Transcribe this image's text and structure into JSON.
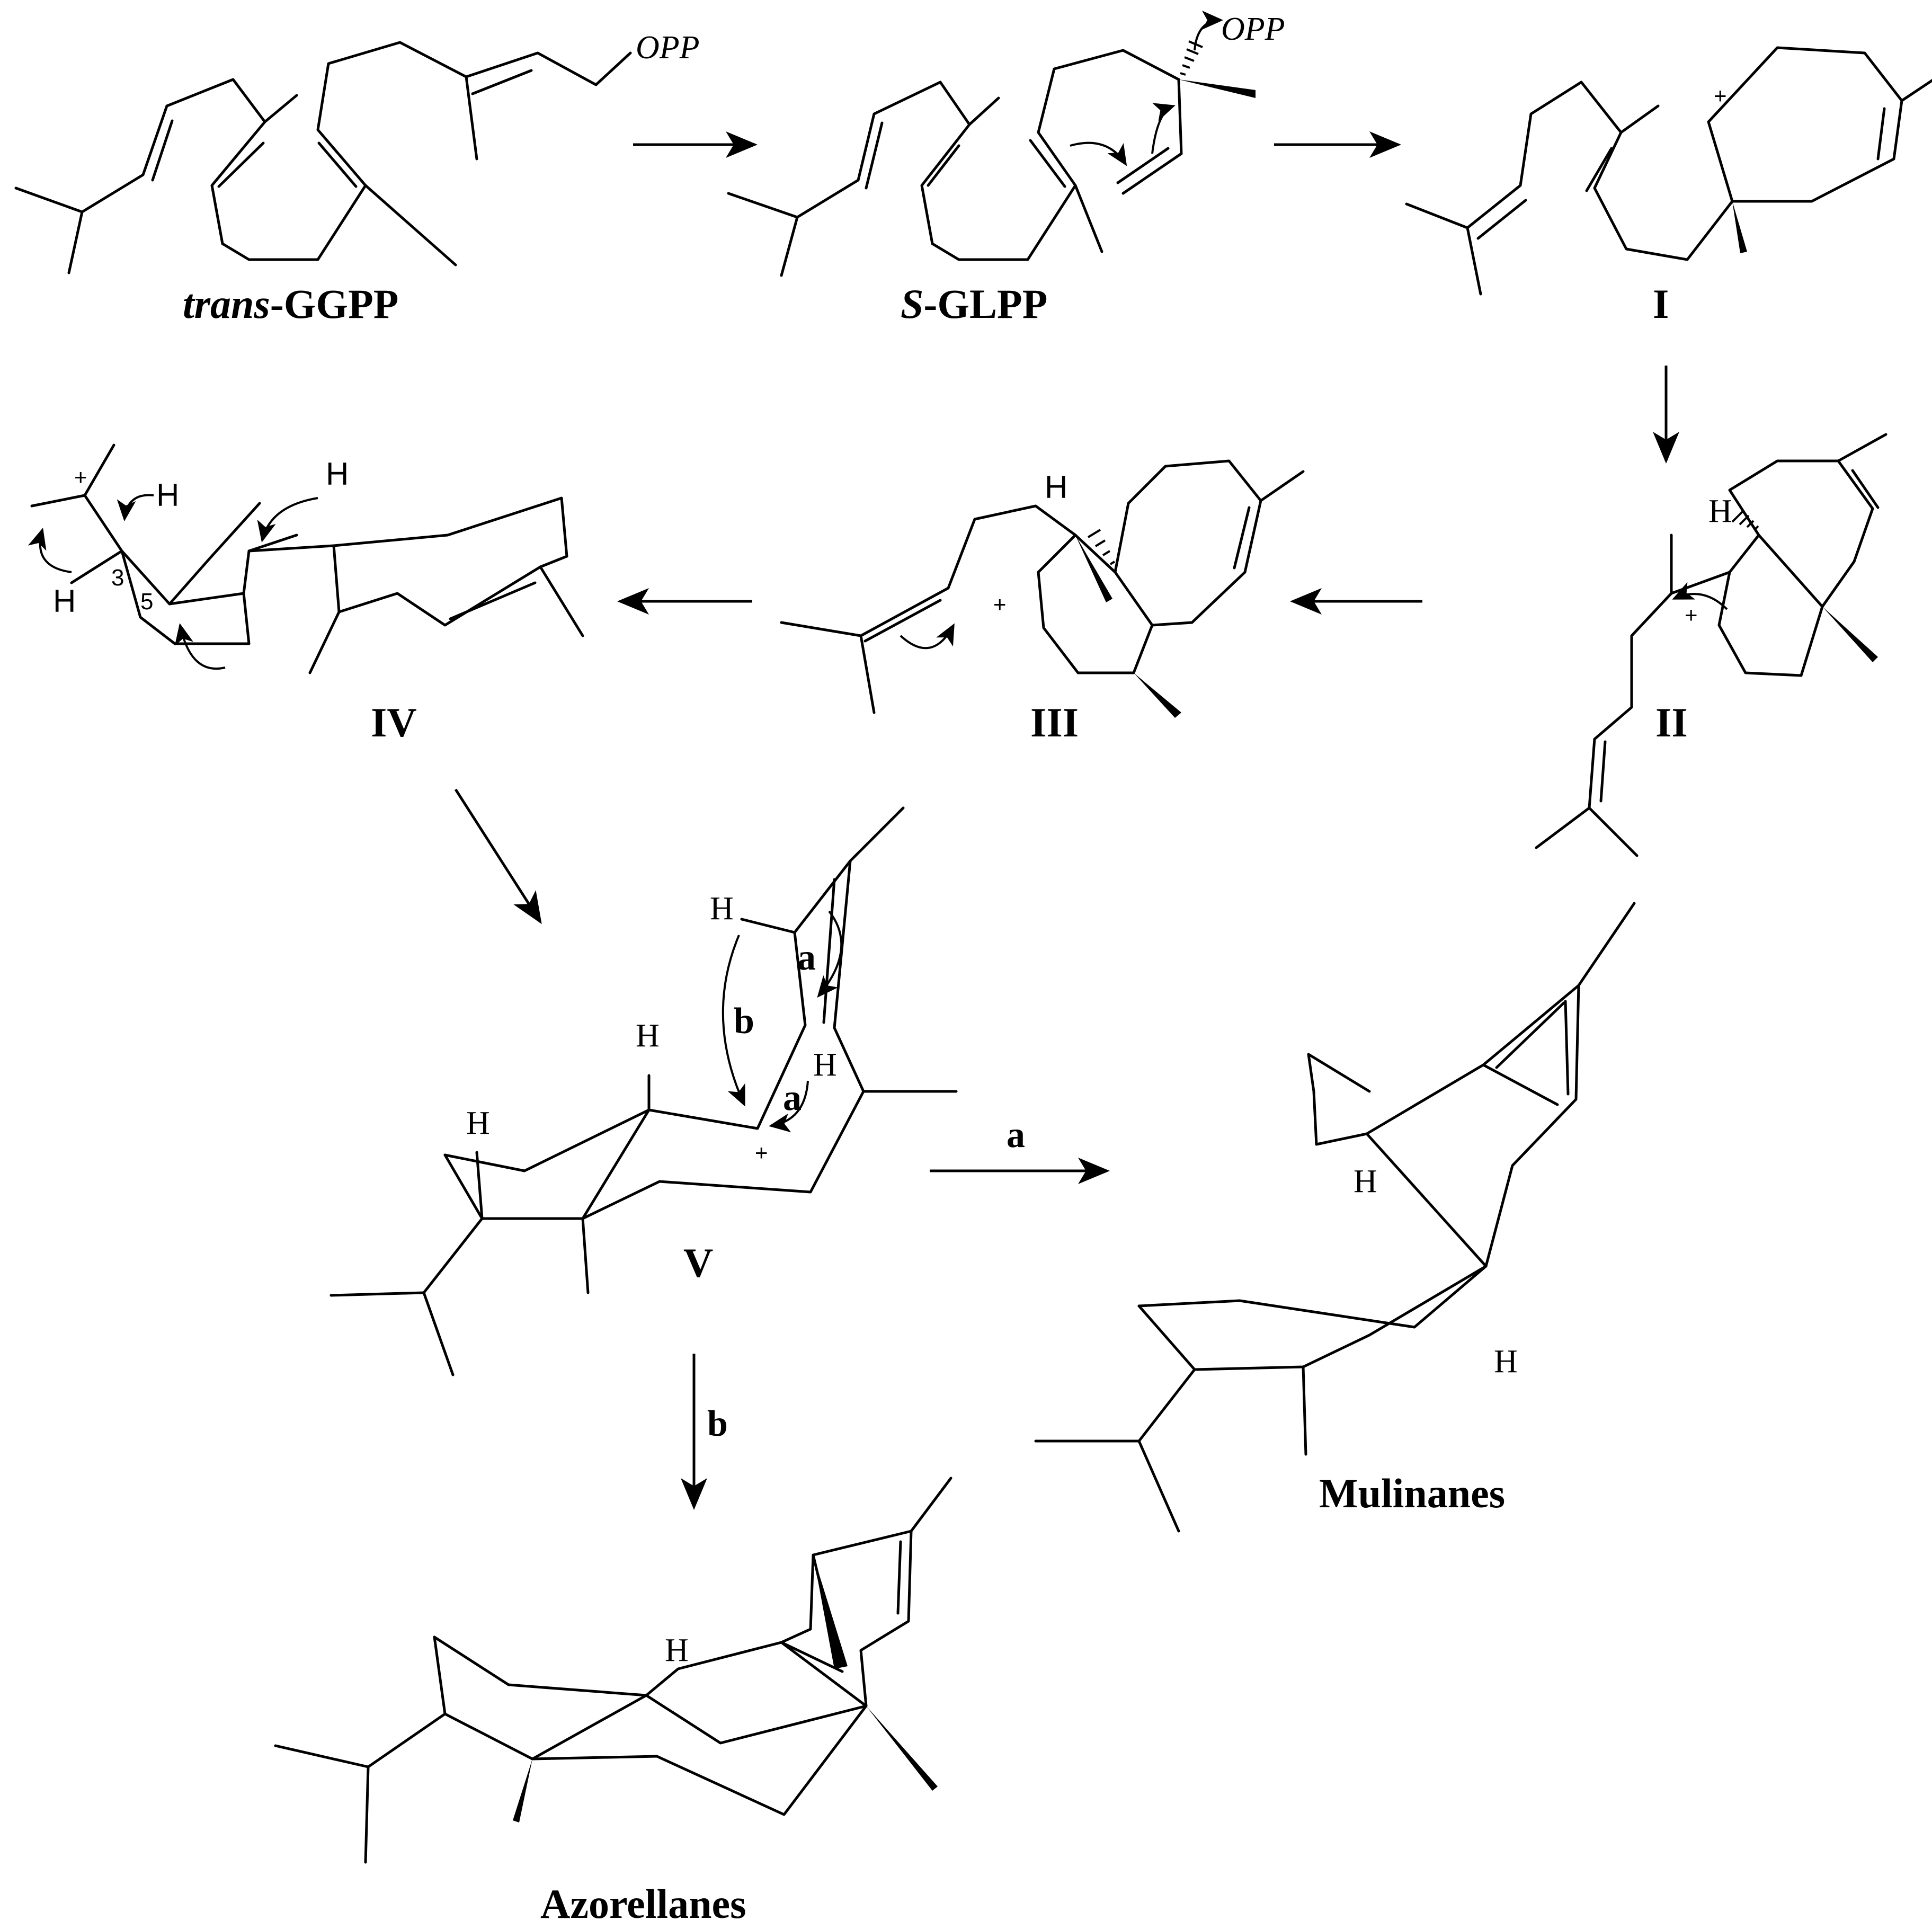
{
  "compounds": {
    "ggpp": {
      "prefix": "trans",
      "suffix": "-GGPP"
    },
    "glpp": {
      "prefix": "S",
      "suffix": "-GLPP"
    },
    "c1": "I",
    "c2": "II",
    "c3": "III",
    "c4": "IV",
    "c5": "V",
    "mulinanes": "Mulinanes",
    "azorellanes": "Azorellanes"
  },
  "atom_labels": {
    "opp": "OPP",
    "h": "H",
    "plus": "+",
    "c3": "3",
    "c5": "5"
  },
  "pathways": {
    "a": "a",
    "b": "b"
  }
}
